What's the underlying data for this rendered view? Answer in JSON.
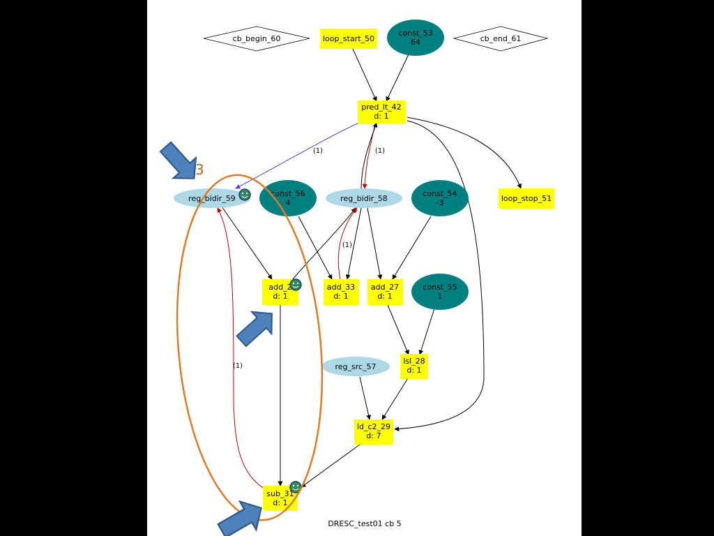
{
  "caption": "DRESC_test01 cb 5",
  "annotation_number": "3",
  "colors": {
    "op_fill": "#ffff00",
    "const_fill": "#008080",
    "reg_fill": "#add8e6",
    "highlight": "#e07b24",
    "arrow_marker": "#4f81bd",
    "red_edge": "#c00000",
    "blue_edge": "#4040ff"
  },
  "nodes": {
    "cb_begin": {
      "label": "cb_begin_60"
    },
    "cb_end": {
      "label": "cb_end_61"
    },
    "loop_start": {
      "label": "loop_start_50"
    },
    "const_53": {
      "label": "const_53",
      "value": "64"
    },
    "pred_lt": {
      "label": "pred_lt_42",
      "delay": "d: 1"
    },
    "reg_bidir_59": {
      "label": "reg_bidir_59"
    },
    "const_56": {
      "label": "const_56",
      "value": "4"
    },
    "reg_bidir_58": {
      "label": "reg_bidir_58"
    },
    "const_54": {
      "label": "const_54",
      "value": "-3"
    },
    "loop_stop": {
      "label": "loop_stop_51"
    },
    "add_2": {
      "label": "add_2",
      "delay": "d: 1"
    },
    "add_33": {
      "label": "add_33",
      "delay": "d: 1"
    },
    "add_27": {
      "label": "add_27",
      "delay": "d: 1"
    },
    "const_55": {
      "label": "const_55",
      "value": "1"
    },
    "reg_src": {
      "label": "reg_src_57"
    },
    "lsl": {
      "label": "lsl_28",
      "delay": "d: 1"
    },
    "ld_c2": {
      "label": "ld_c2_29",
      "delay": "d: 7"
    },
    "sub": {
      "label": "sub_31",
      "delay": "d: 1"
    }
  },
  "edge_labels": {
    "pred_to_reg59": "(1)",
    "pred_to_reg58": "(1)",
    "add33_to_reg58": "(1)",
    "sub_to_reg59": "(1)"
  }
}
